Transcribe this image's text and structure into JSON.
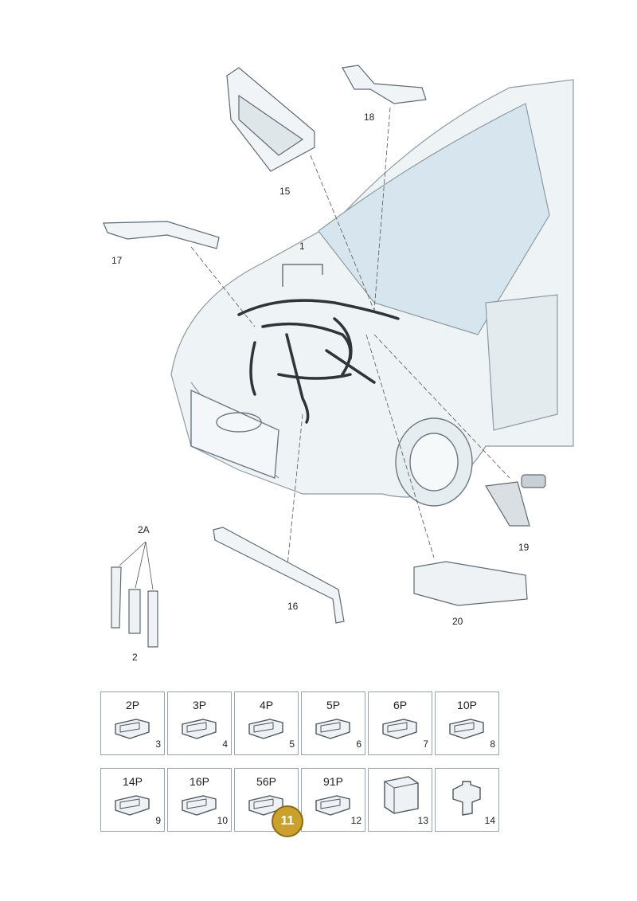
{
  "callouts": {
    "c1": "1",
    "c2": "2",
    "c2a": "2A",
    "c15": "15",
    "c16": "16",
    "c17": "17",
    "c18": "18",
    "c19": "19",
    "c20": "20"
  },
  "connectors": [
    {
      "pins": "2P",
      "num": "3"
    },
    {
      "pins": "3P",
      "num": "4"
    },
    {
      "pins": "4P",
      "num": "5"
    },
    {
      "pins": "5P",
      "num": "6"
    },
    {
      "pins": "6P",
      "num": "7"
    },
    {
      "pins": "10P",
      "num": "8"
    },
    {
      "pins": "14P",
      "num": "9"
    },
    {
      "pins": "16P",
      "num": "10"
    },
    {
      "pins": "56P",
      "num": ""
    },
    {
      "pins": "91P",
      "num": "12"
    },
    {
      "pins": "",
      "num": "13"
    },
    {
      "pins": "",
      "num": "14"
    }
  ],
  "highlight": {
    "label": "11",
    "color": "#c9a12c"
  },
  "colors": {
    "body": "#eef3f6",
    "outline": "#8e9aa2",
    "harness": "#2e3438",
    "glass": "#cfe0e8"
  }
}
